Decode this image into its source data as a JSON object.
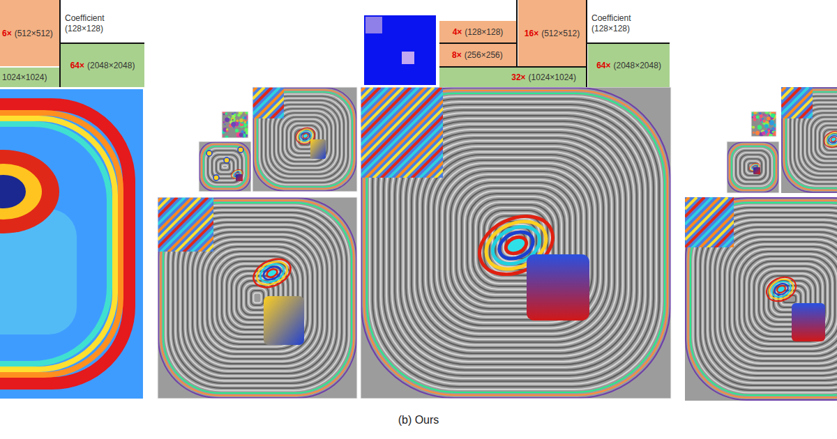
{
  "diagram": {
    "caption": "(b) Ours",
    "nodes": [
      {
        "text": [
          "6×",
          "(512×512)"
        ]
      },
      {
        "text": [
          "1024×1024)"
        ]
      },
      {
        "text": [
          "64×",
          "(2048×2048)"
        ]
      },
      {
        "text": [
          "4×",
          "(128×128)"
        ]
      },
      {
        "text": [
          "8×",
          "(256×256)"
        ]
      },
      {
        "text": [
          "16×",
          "(512×512)"
        ]
      },
      {
        "text": [
          "32×",
          "(1024×1024)"
        ]
      },
      {
        "text": [
          "64×",
          "(2048×2048)"
        ]
      }
    ],
    "labels": [
      "Coefficient (128×128)",
      "Coefficient (128×128)"
    ]
  }
}
